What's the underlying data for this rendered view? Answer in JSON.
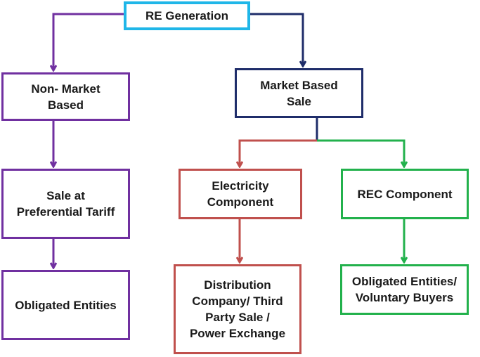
{
  "nodes": {
    "re_generation": "RE Generation",
    "non_market_based": "Non- Market\nBased",
    "market_based_sale": "Market Based\nSale",
    "sale_at_preferential_tariff": "Sale at\nPreferential Tariff",
    "electricity_component": "Electricity\nComponent",
    "rec_component": "REC Component",
    "obligated_entities": "Obligated Entities",
    "distribution_company": "Distribution\nCompany/ Third\nParty Sale /\nPower Exchange",
    "obligated_voluntary_buyers": "Obligated Entities/\nVoluntary Buyers"
  },
  "colors": {
    "root_border": "#1fb6e8",
    "non_market_branch": "#7030a0",
    "market_branch": "#1f2d6a",
    "electricity_branch": "#c0504d",
    "rec_branch": "#22b14c"
  }
}
